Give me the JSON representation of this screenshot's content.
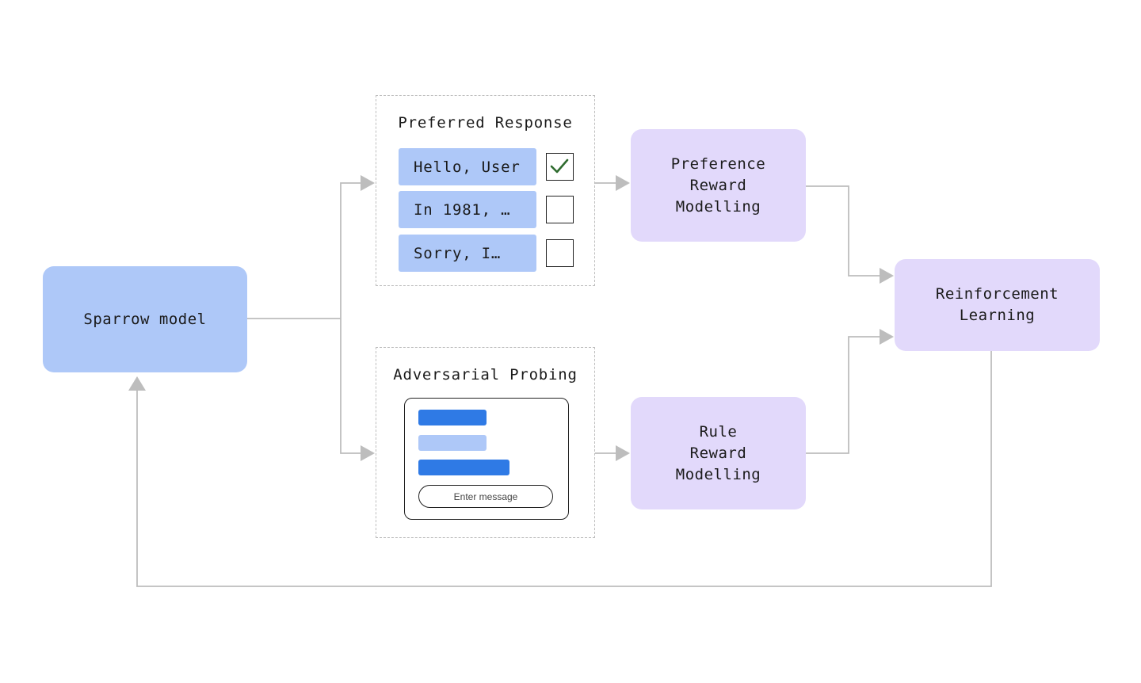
{
  "colors": {
    "node_blue": "#aec8f8",
    "node_purple": "#e2d9fb",
    "message_dark": "#2f7ae5",
    "message_light": "#aec8f8",
    "connector": "#bdbdbd",
    "checkmark": "#2e6b2e"
  },
  "nodes": {
    "sparrow": {
      "label": "Sparrow model"
    },
    "preference_rm": {
      "label": "Preference\nReward\nModelling"
    },
    "rule_rm": {
      "label": "Rule\nReward\nModelling"
    },
    "rl": {
      "label": "Reinforcement\nLearning"
    }
  },
  "preferred_response": {
    "title": "Preferred Response",
    "options": [
      {
        "text": "Hello, User",
        "checked": true
      },
      {
        "text": "In 1981, …",
        "checked": false
      },
      {
        "text": "Sorry, I…",
        "checked": false
      }
    ]
  },
  "adversarial_probing": {
    "title": "Adversarial Probing",
    "input_placeholder": "Enter message"
  },
  "icons": {
    "check": "check-icon",
    "arrow": "arrow-head-icon"
  }
}
